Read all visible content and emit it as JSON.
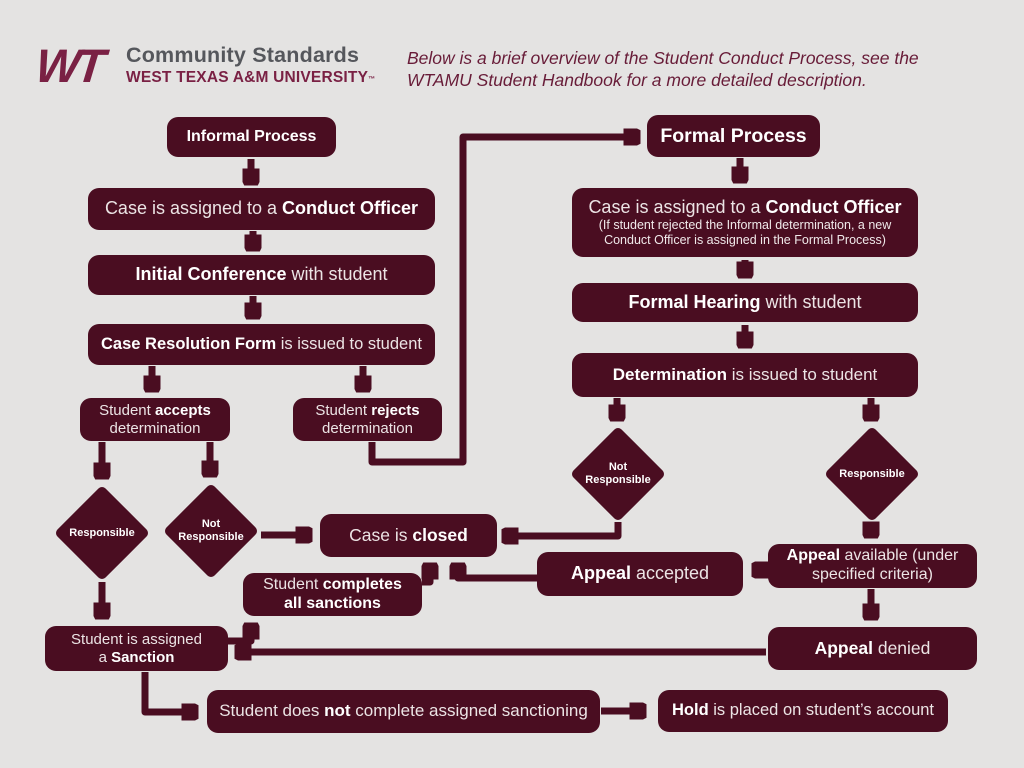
{
  "header": {
    "logo_text": "WT",
    "brand_title": "Community Standards",
    "brand_subtitle": "WEST TEXAS A&M UNIVERSITY",
    "trademark": "™",
    "intro_lines": [
      "Below is a brief overview of the Student Conduct Process, see the",
      "WTAMU Student Handbook for a more detailed description."
    ]
  },
  "colors": {
    "background": "#e4e3e2",
    "box_maroon": "#4a0d21",
    "logo_maroon": "#7a2144",
    "brand_gray": "#55575c",
    "intro_maroon": "#681c38",
    "text_regular": "#ece4e5",
    "text_bold": "#ffffff"
  },
  "nodes": {
    "informal_process": {
      "lines": [
        {
          "bold": "Informal Process"
        }
      ]
    },
    "case_assigned_informal": {
      "lines": [
        {
          "pre": "Case is assigned to a ",
          "bold": "Conduct Officer"
        }
      ]
    },
    "initial_conference": {
      "lines": [
        {
          "bold": "Initial Conference",
          "post": " with student"
        }
      ]
    },
    "case_resolution_form": {
      "lines": [
        {
          "bold": "Case Resolution Form",
          "post": " is issued to student"
        }
      ]
    },
    "student_accepts": {
      "lines": [
        {
          "pre": "Student ",
          "bold": "accepts"
        },
        {
          "pre": "determination"
        }
      ]
    },
    "student_rejects": {
      "lines": [
        {
          "pre": "Student ",
          "bold": "rejects"
        },
        {
          "pre": "determination"
        }
      ]
    },
    "case_closed": {
      "lines": [
        {
          "pre": "Case is ",
          "bold": "closed"
        }
      ]
    },
    "student_completes": {
      "lines": [
        {
          "pre": "Student ",
          "bold": "completes"
        },
        {
          "bold": "all sanctions"
        }
      ]
    },
    "appeal_accepted": {
      "lines": [
        {
          "bold": "Appeal",
          "post": " accepted"
        }
      ]
    },
    "appeal_available": {
      "lines": [
        {
          "bold": "Appeal",
          "post": " available (under"
        },
        {
          "pre": "specified criteria)"
        }
      ]
    },
    "appeal_denied": {
      "lines": [
        {
          "bold": "Appeal",
          "post": " denied"
        }
      ]
    },
    "student_sanction": {
      "lines": [
        {
          "pre": "Student is assigned"
        },
        {
          "pre": "a ",
          "bold": "Sanction"
        }
      ]
    },
    "student_not_complete": {
      "lines": [
        {
          "pre": "Student does ",
          "bold": "not",
          "post": " complete assigned sanctioning"
        }
      ]
    },
    "hold_account": {
      "lines": [
        {
          "bold": "Hold",
          "post": " is placed on student’s account"
        }
      ]
    },
    "formal_process": {
      "lines": [
        {
          "bold": "Formal Process"
        }
      ]
    },
    "case_assigned_formal": {
      "lines": [
        {
          "pre": "Case is assigned to a ",
          "bold": "Conduct Officer"
        }
      ],
      "sub_lines": [
        "(If student rejected the Informal determination, a new",
        "Conduct Officer is assigned in the Formal Process)"
      ]
    },
    "formal_hearing": {
      "lines": [
        {
          "bold": "Formal Hearing",
          "post": " with student"
        }
      ]
    },
    "determination": {
      "lines": [
        {
          "bold": "Determination",
          "post": " is issued to student"
        }
      ]
    }
  },
  "diamonds": {
    "responsible_informal": {
      "label": "Responsible"
    },
    "not_responsible_informal": {
      "label": "Not Responsible"
    },
    "not_responsible_formal": {
      "label": "Not Responsible"
    },
    "responsible_formal": {
      "label": "Responsible"
    }
  }
}
